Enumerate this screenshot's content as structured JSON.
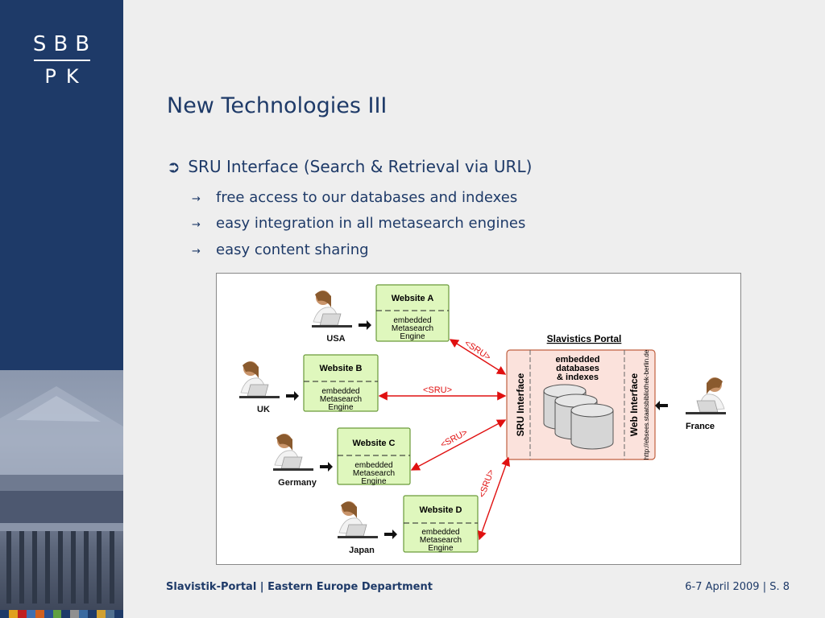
{
  "logo": {
    "line1": "SBB",
    "line2": "PK"
  },
  "title": "New Technologies III",
  "bullet": {
    "icon": "circled-arrow-icon",
    "text": "SRU Interface (Search & Retrieval via URL)"
  },
  "sub_bullets": [
    {
      "icon": "arrow-icon",
      "text": "free access to our databases and indexes"
    },
    {
      "icon": "arrow-icon",
      "text": "easy integration in all metasearch engines"
    },
    {
      "icon": "arrow-icon",
      "text": "easy content sharing"
    }
  ],
  "diagram": {
    "portal_title": "Slavistics Portal",
    "portal_content": [
      "embedded",
      "databases",
      "& indexes"
    ],
    "sru_interface_label": "SRU Interface",
    "web_interface_label": "Web Interface",
    "url_label": "http://ebsees.staatsbibliothek-berlin.de",
    "sru_label": "<SRU>",
    "websites": [
      {
        "title": "Website A",
        "lines": [
          "embedded",
          "Metasearch",
          "Engine"
        ],
        "country": "USA"
      },
      {
        "title": "Website B",
        "lines": [
          "embedded",
          "Metasearch",
          "Engine"
        ],
        "country": "UK"
      },
      {
        "title": "Website C",
        "lines": [
          "embedded",
          "Metasearch",
          "Engine"
        ],
        "country": "Germany"
      },
      {
        "title": "Website D",
        "lines": [
          "embedded",
          "Metasearch",
          "Engine"
        ],
        "country": "Japan"
      }
    ],
    "france_label": "France"
  },
  "footer": {
    "left": "Slavistik-Portal | Eastern Europe Department",
    "right": "6-7 April 2009 | S. 8"
  },
  "colors": {
    "navy": "#1e3a68",
    "website_fill": "#dff7bd",
    "portal_fill": "#fbe2dc",
    "arrow_red": "#e01010"
  },
  "strip_colors": [
    "#1e3a68",
    "#e0a020",
    "#c02020",
    "#4070b0",
    "#d06020",
    "#2a5090",
    "#60a040",
    "#1e3a68",
    "#909090",
    "#3a6aa0",
    "#1e3a68",
    "#d0a030",
    "#507090",
    "#1e3a68"
  ]
}
